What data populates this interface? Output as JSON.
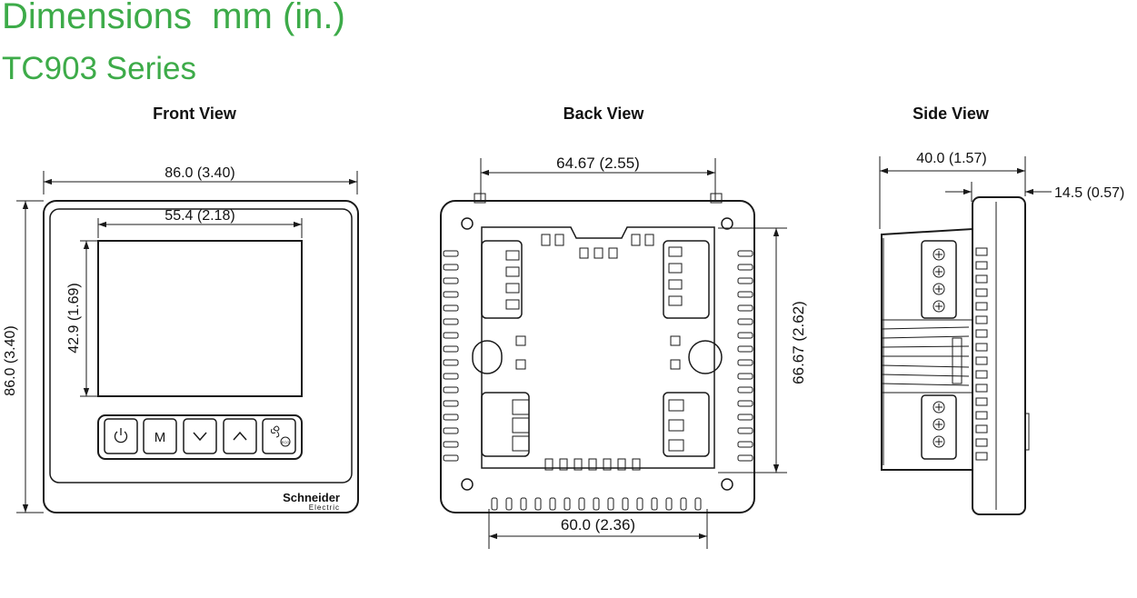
{
  "title": "Dimensions  mm (in.)",
  "subtitle": "TC903 Series",
  "views": {
    "front": {
      "label": "Front View",
      "dims": {
        "overall_width": "86.0 (3.40)",
        "overall_height": "86.0 (3.40)",
        "display_width": "55.4 (2.18)",
        "display_height": "42.9 (1.69)"
      },
      "buttons": [
        {
          "icon": "power-icon",
          "label": ""
        },
        {
          "icon": "mode-icon",
          "label": "M"
        },
        {
          "icon": "down-icon",
          "label": ""
        },
        {
          "icon": "up-icon",
          "label": ""
        },
        {
          "icon": "fan-eco-icon",
          "label": ""
        }
      ],
      "eco_text": "ECO",
      "brand": {
        "name": "Schneider",
        "sub": "Electric"
      }
    },
    "back": {
      "label": "Back View",
      "dims": {
        "top_width": "64.67 (2.55)",
        "right_height": "66.67 (2.62)",
        "bottom_width": "60.0 (2.36)"
      }
    },
    "side": {
      "label": "Side View",
      "dims": {
        "depth": "40.0 (1.57)",
        "front_depth": "14.5 (0.57)"
      }
    }
  },
  "colors": {
    "accent": "#3dab49",
    "line": "#1a1a1a"
  }
}
